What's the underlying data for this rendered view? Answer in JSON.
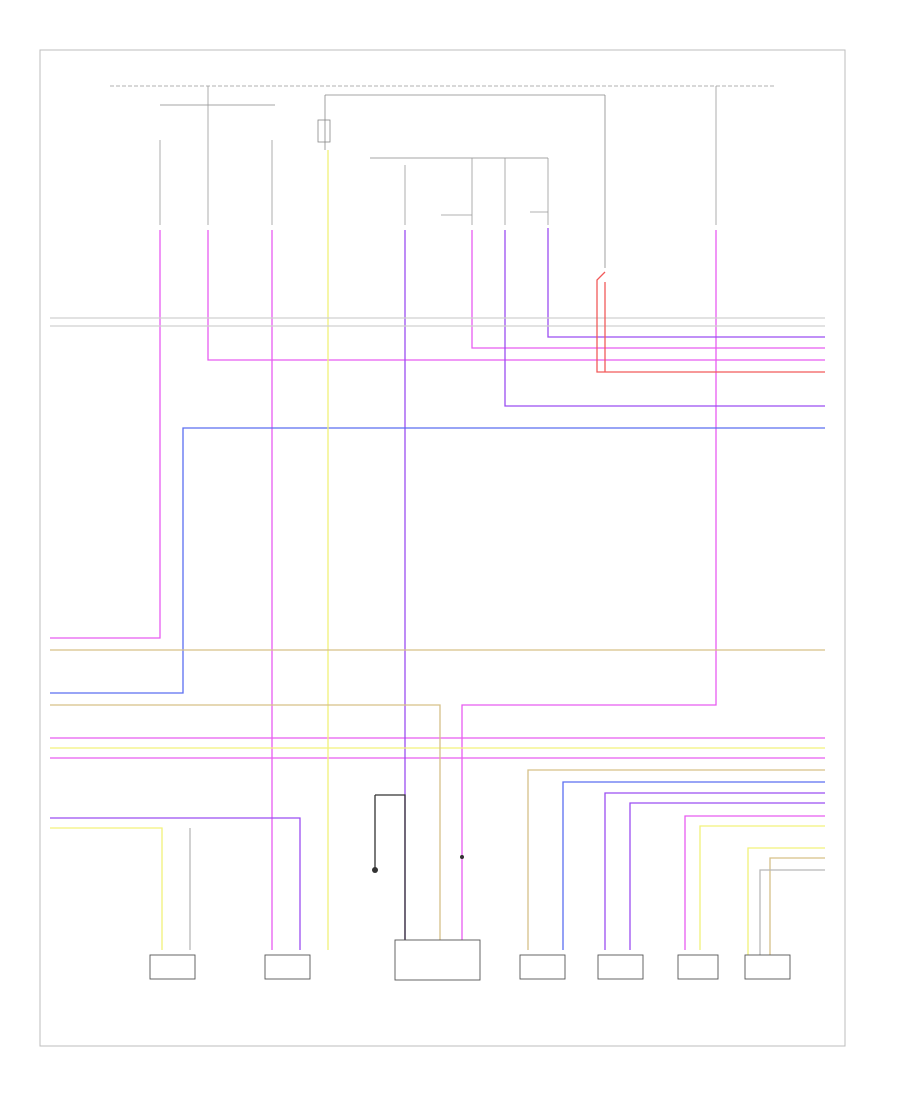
{
  "page_marker": "",
  "wire_colors": {
    "pink": "#e85cf0",
    "yellow": "#f2f27a",
    "blue": "#5a6ef0",
    "violet": "#9b4df2",
    "red": "#f25a5a",
    "tan": "#d6c088",
    "gray": "#b8b8b8",
    "black": "#333333"
  },
  "fuses": {
    "left_header": "",
    "right_header": ""
  },
  "components": [
    {
      "id": "c1",
      "block": "",
      "caption": ""
    },
    {
      "id": "c2",
      "block": "",
      "caption": ""
    },
    {
      "id": "c3",
      "block": "",
      "caption": ""
    },
    {
      "id": "c4",
      "block": "",
      "caption": ""
    },
    {
      "id": "c5",
      "block": "",
      "caption": ""
    },
    {
      "id": "c6",
      "block": "",
      "caption": ""
    },
    {
      "id": "c7",
      "block": "",
      "caption": ""
    }
  ]
}
